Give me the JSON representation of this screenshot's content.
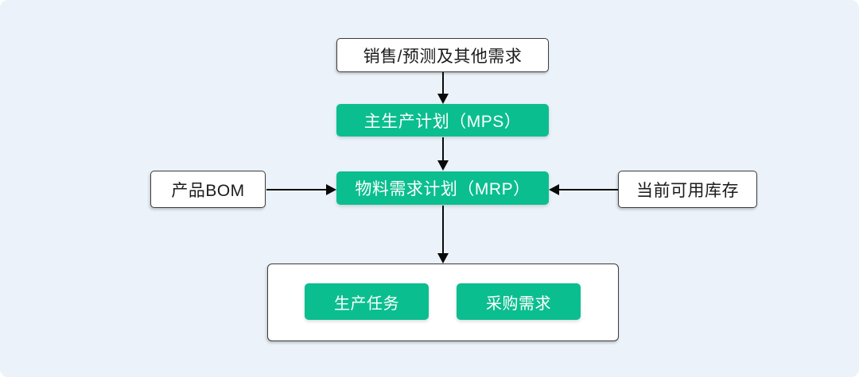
{
  "colors": {
    "background": "#EBF2FA",
    "node_green": "#0BBE8F",
    "node_white": "#FFFFFF",
    "border_dark": "#3C3C3C",
    "text_dark": "#1B1B1B",
    "text_light": "#FFFFFF",
    "arrow": "#0A0A0A"
  },
  "diagram": {
    "nodes": {
      "sales": {
        "label": "销售/预测及其他需求",
        "style": "white"
      },
      "mps": {
        "label": "主生产计划（MPS）",
        "style": "green"
      },
      "mrp": {
        "label": "物料需求计划（MRP）",
        "style": "green"
      },
      "bom": {
        "label": "产品BOM",
        "style": "white"
      },
      "inventory": {
        "label": "当前可用库存",
        "style": "white"
      },
      "production": {
        "label": "生产任务",
        "style": "green"
      },
      "purchase": {
        "label": "采购需求",
        "style": "green"
      }
    },
    "edges": [
      {
        "from": "sales",
        "to": "mps",
        "direction": "down"
      },
      {
        "from": "mps",
        "to": "mrp",
        "direction": "down"
      },
      {
        "from": "bom",
        "to": "mrp",
        "direction": "right"
      },
      {
        "from": "inventory",
        "to": "mrp",
        "direction": "left"
      },
      {
        "from": "mrp",
        "to": "outputs-group",
        "direction": "down"
      }
    ]
  }
}
